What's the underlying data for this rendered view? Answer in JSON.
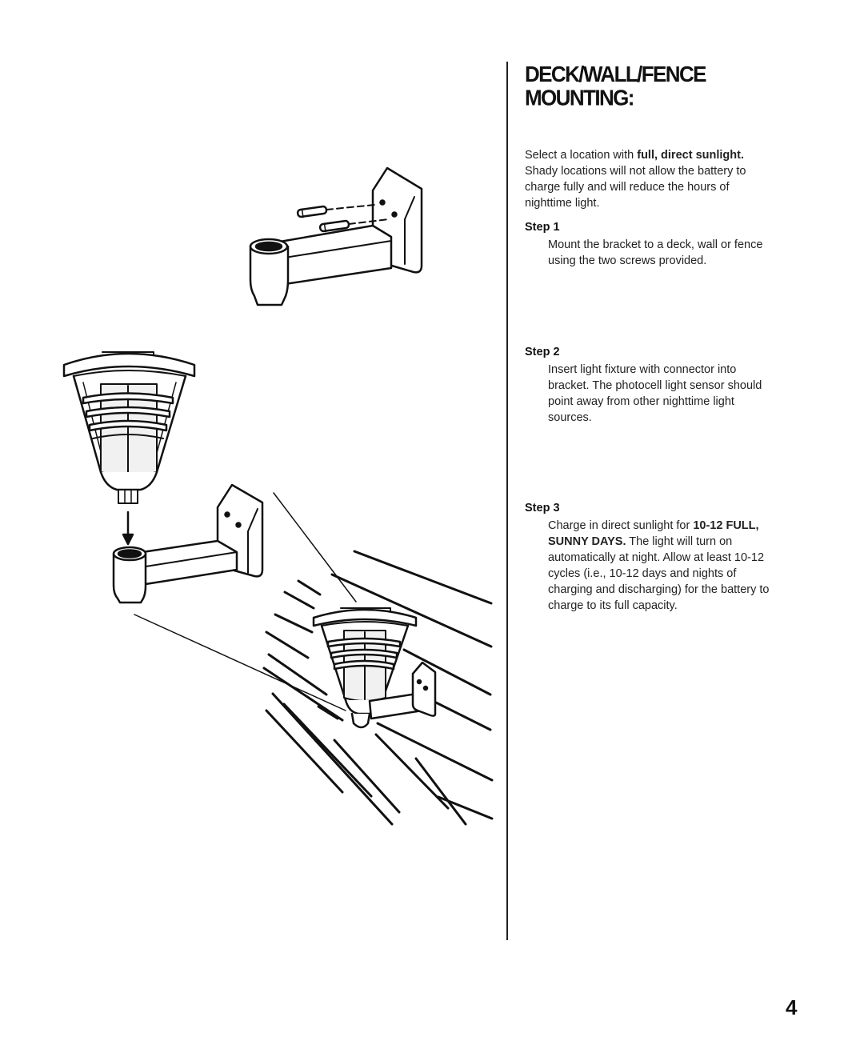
{
  "title": {
    "line1": "DECK/WALL/FENCE",
    "line2": "MOUNTING:"
  },
  "intro": {
    "before": "Select a location with ",
    "bold": "full, direct sunlight.",
    "after": " Shady locations will not allow the battery to charge fully and will reduce the hours of nighttime light."
  },
  "steps": [
    {
      "heading": "Step 1",
      "text": "Mount the bracket to a deck, wall or fence using the two screws provided."
    },
    {
      "heading": "Step 2",
      "text": "Insert light fixture with connector into bracket. The photocell light sensor should point away from other nighttime light sources."
    },
    {
      "heading": "Step 3",
      "before": "Charge in direct sunlight for ",
      "bold": "10-12 FULL, SUNNY DAYS.",
      "after": " The light will turn on automatically at night. Allow at least 10-12 cycles (i.e., 10-12 days and nights of charging and discharging) for the battery to charge to its full capacity."
    }
  ],
  "page_number": "4",
  "icons": [
    "screw-icon",
    "bracket-icon",
    "lantern-icon",
    "arrow-down-icon",
    "deck-icon"
  ]
}
